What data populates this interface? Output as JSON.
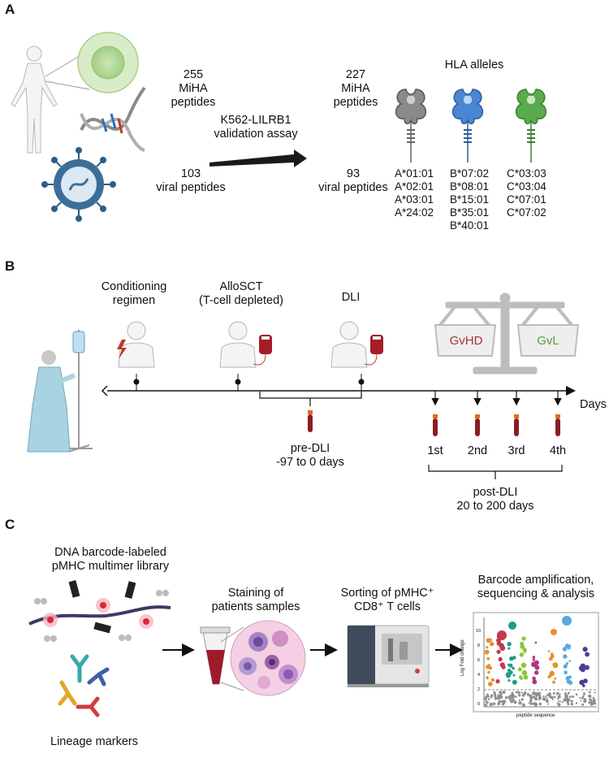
{
  "panels": {
    "a": {
      "letter": "A",
      "miha_before": "255\nMiHA\npeptides",
      "viral_before": "103\nviral peptides",
      "assay": "K562-LILRB1\nvalidation assay",
      "miha_after": "227\nMiHA\npeptides",
      "viral_after": "93\nviral peptides",
      "hla_title": "HLA alleles",
      "hla_a": "A*01:01\nA*02:01\nA*03:01\nA*24:02",
      "hla_b": "B*07:02\nB*08:01\nB*15:01\nB*35:01\nB*40:01",
      "hla_c": "C*03:03\nC*03:04\nC*07:01\nC*07:02",
      "colors": {
        "hla_a": "#7a7a7a",
        "hla_b": "#3d7fd1",
        "hla_c": "#5aaa4e"
      }
    },
    "b": {
      "letter": "B",
      "conditioning": "Conditioning\nregimen",
      "allosct": "AlloSCT\n(T-cell depleted)",
      "dli": "DLI",
      "gvhd": "GvHD",
      "gvl": "GvL",
      "days_axis": "Days",
      "pre_dli": "pre-DLI\n-97 to 0 days",
      "post_labels": [
        "1st",
        "2nd",
        "3rd",
        "4th"
      ],
      "post_dli": "post-DLI\n20 to 200 days",
      "colors": {
        "gvhd": "#a8323c",
        "gvl": "#5aa04a",
        "scale": "#bdbdbd",
        "blood": "#8a1c24"
      }
    },
    "c": {
      "letter": "C",
      "library": "DNA barcode-labeled\npMHC multimer library",
      "lineage": "Lineage markers",
      "staining": "Staining of\npatients samples",
      "sorting": "Sorting of pMHC⁺\nCD8⁺ T cells",
      "barcode": "Barcode amplification,\nsequencing & analysis",
      "plot_ylabel": "Log Fold change",
      "plot_xlabel": "peptide sequence",
      "plot_yticks": [
        "0",
        "2",
        "4",
        "6",
        "8",
        "10"
      ]
    }
  },
  "icons": {
    "body": "human-body-icon",
    "virus": "virus-icon",
    "dna": "dna-helix-icon",
    "patient": "patient-iv-icon",
    "blood_bag": "blood-bag-icon",
    "tube": "blood-tube-icon",
    "scale": "balance-scale-icon",
    "sorter": "flow-sorter-icon"
  }
}
